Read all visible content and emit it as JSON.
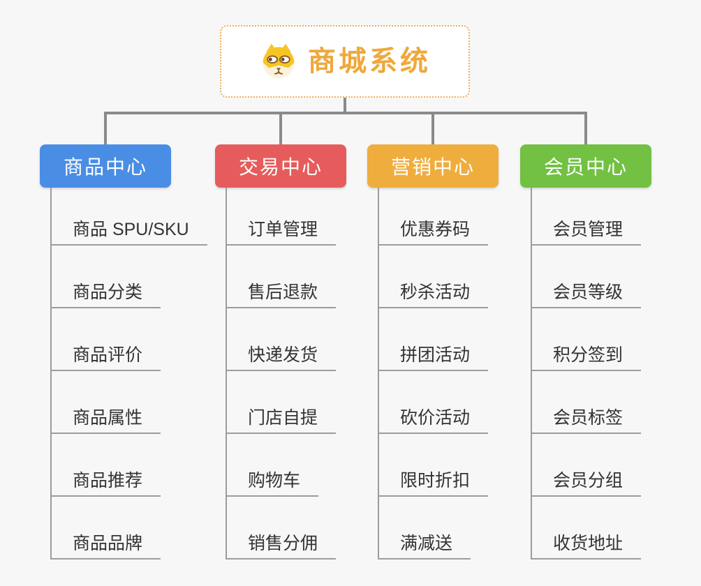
{
  "root": {
    "title": "商城系统",
    "icon": "dog-face-icon",
    "accent_color": "#efa83c",
    "border_color": "#f0ac50"
  },
  "connector_color": "#8a8a8a",
  "leaf_line_color": "#9c9c9c",
  "branches": [
    {
      "label": "商品中心",
      "color": "#4a8de5",
      "items": [
        "商品 SPU/SKU",
        "商品分类",
        "商品评价",
        "商品属性",
        "商品推荐",
        "商品品牌"
      ]
    },
    {
      "label": "交易中心",
      "color": "#e65c5c",
      "items": [
        "订单管理",
        "售后退款",
        "快递发货",
        "门店自提",
        "购物车",
        "销售分佣"
      ]
    },
    {
      "label": "营销中心",
      "color": "#efad3e",
      "items": [
        "优惠券码",
        "秒杀活动",
        "拼团活动",
        "砍价活动",
        "限时折扣",
        "满减送"
      ]
    },
    {
      "label": "会员中心",
      "color": "#72c143",
      "items": [
        "会员管理",
        "会员等级",
        "积分签到",
        "会员标签",
        "会员分组",
        "收货地址"
      ]
    }
  ]
}
